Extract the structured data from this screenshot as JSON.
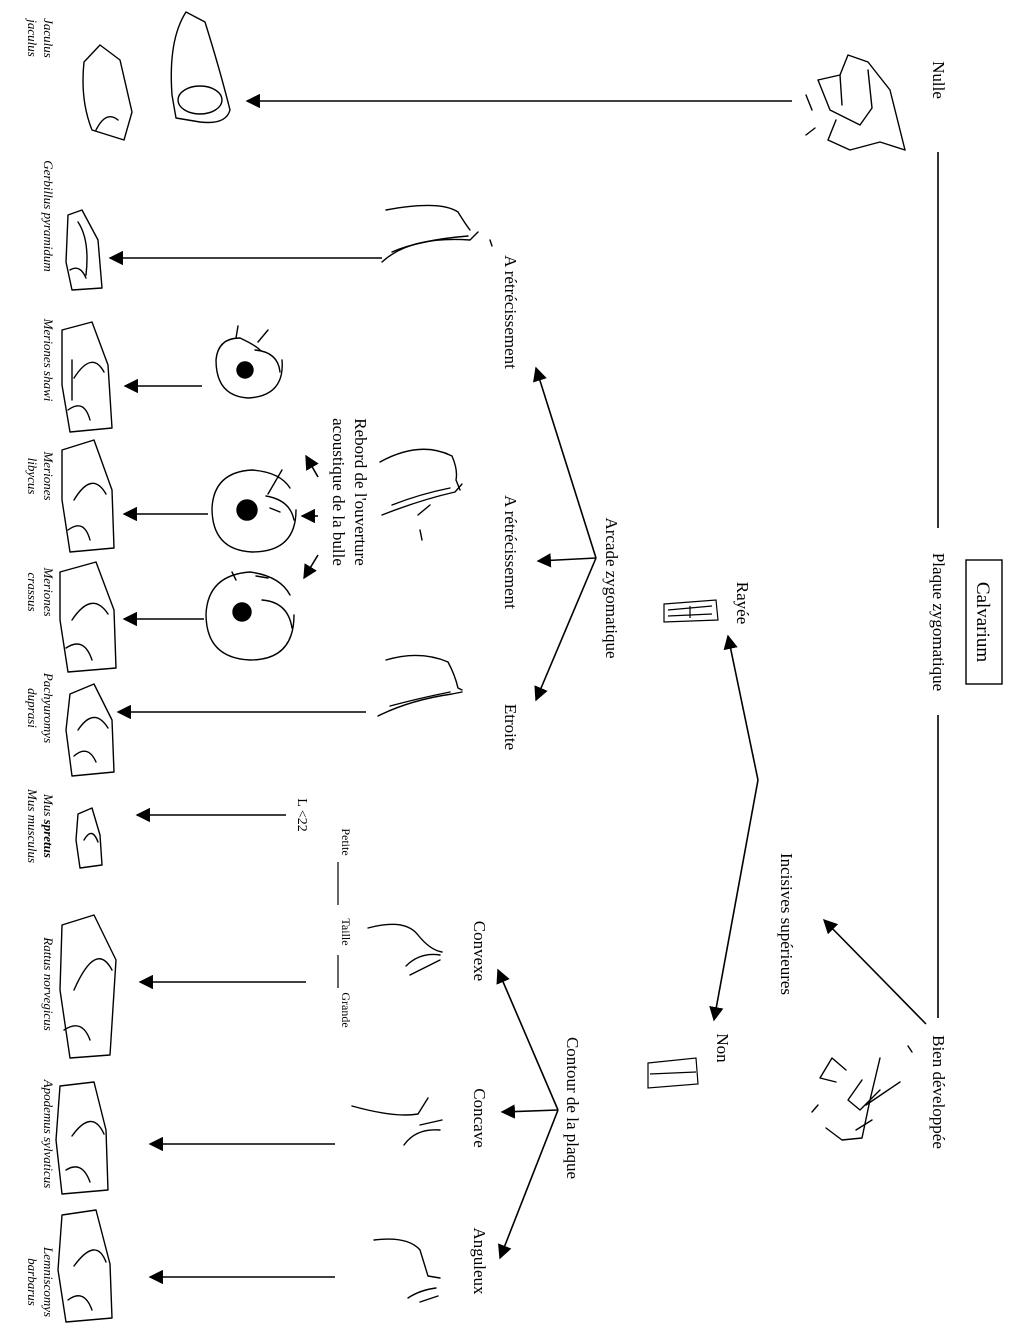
{
  "root": "Calvarium",
  "branches": {
    "plaque_zygomatique": "Plaque zygomatique",
    "nulle": "Nulle",
    "bien_developpee": "Bien développée",
    "incisives_superieures": "Incisives supérieures",
    "rayee": "Rayée",
    "non": "Non",
    "arcade_zygomatique": "Arcade zygomatique",
    "a_retrecissement_1": "A rétrécissement",
    "a_retrecissement_2": "A rétrécissement",
    "etroite": "Etroite",
    "rebord_line1": "Rebord de l'ouverture",
    "rebord_line2": "acoustique de la bulle",
    "l_22": "L <22",
    "petite": "Petite",
    "taille": "Taille",
    "grande": "Grande",
    "contour_de_la_plaque": "Contour de la plaque",
    "convexe": "Convexe",
    "concave": "Concave",
    "anguleux": "Anguleux"
  },
  "species": {
    "jaculus_1": "Jaculus",
    "jaculus_2": "jaculus",
    "gerbillus": "Gerbillus pyramidum",
    "meriones_shawi": "Meriones shawi",
    "meriones_libycus_1": "Meriones",
    "meriones_libycus_2": "libycus",
    "meriones_crassus_1": "Meriones",
    "meriones_crassus_2": "crassus",
    "pachyuromys_1": "Pachyuromys",
    "pachyuromys_2": "duprasi",
    "mus_1_prefix": "Mus ",
    "mus_1_bold": "spretus",
    "mus_2": "Mus musculus",
    "rattus": "Rattus norvegicus",
    "apodemus": "Apodemus sylvaticus",
    "lemniscomys_1": "Lemniscomys",
    "lemniscomys_2": "barbarus"
  }
}
